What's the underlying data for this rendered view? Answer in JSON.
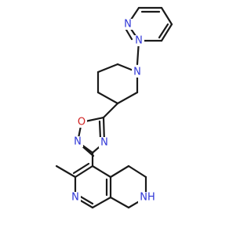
{
  "molecule": {
    "colors": {
      "bond": "#1a1a1a",
      "heteroatom_N": "#2e35d6",
      "heteroatom_O": "#d12222",
      "background": "#ffffff"
    },
    "labels": {
      "pyrimidine_n1": "N",
      "pyrimidine_n3": "N",
      "piperidine_n": "N",
      "oxadiazole_o": "O",
      "oxadiazole_n2": "N",
      "oxadiazole_n4": "N",
      "naphthyridine_n": "N",
      "tetrahydro_nh": "NH"
    }
  }
}
